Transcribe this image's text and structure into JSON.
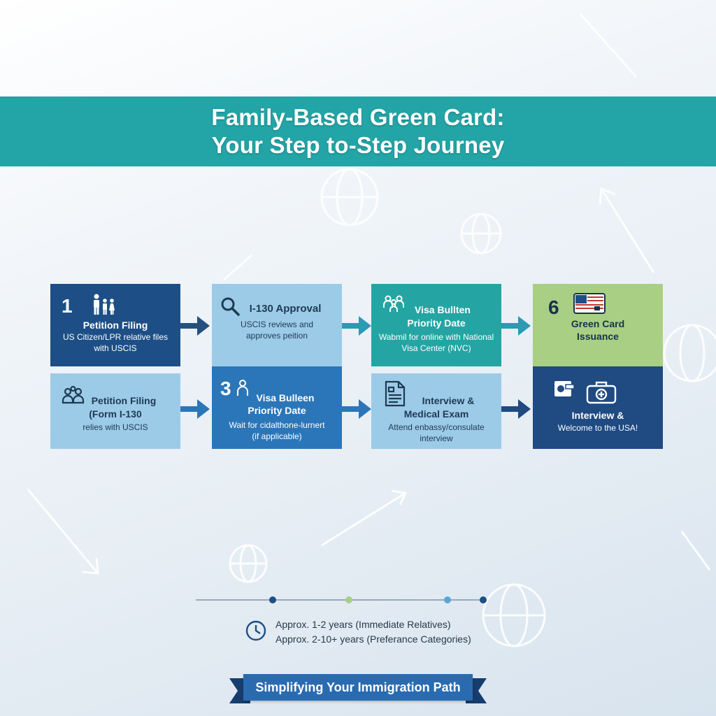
{
  "title": {
    "line1": "Family-Based Green Card:",
    "line2": "Your Step to-Step Journey"
  },
  "steps": [
    {
      "number": "1",
      "icon": "family-icon",
      "heading": "Petition Filing",
      "desc1": "US Citizen/LPR relative files",
      "desc2": "with USCIS"
    },
    {
      "number": "",
      "icon": "magnifier-icon",
      "heading": "I-130 Approval",
      "desc1": "USCIS reviews and",
      "desc2": "approves peition"
    },
    {
      "number": "",
      "icon": "people-group-icon",
      "heading1": "Visa Bullten",
      "heading2": "Priority Date",
      "desc1": "Wabmil for online with National",
      "desc2": "Visa Center (NVC)"
    },
    {
      "number": "6",
      "icon": "green-card-icon",
      "heading1": "Green Card",
      "heading2": "Issuance"
    },
    {
      "number": "",
      "icon": "people-icon",
      "heading1": "Petition Filing",
      "heading2": "(Form I-130",
      "desc1": "relies with USCIS"
    },
    {
      "number": "3",
      "icon": "person-icon",
      "heading1": "Visa Bulleen",
      "heading2": "Priority Date",
      "desc1": "Wait for cidalthone-lurnert",
      "desc2": "(if applicable)"
    },
    {
      "number": "",
      "icon": "document-icon",
      "heading1": "Interview &",
      "heading2": "Medical Exam",
      "desc1": "Attend enbassy/consulate",
      "desc2": "interview"
    },
    {
      "number": "",
      "icon": "medical-kit-icon",
      "heading": "Interview &",
      "desc1": "Welcome to the USA!"
    }
  ],
  "duration": {
    "line1": "Approx. 1-2 years (Immediate Relatives)",
    "line2": "Approx. 2-10+ years (Preferance Categories)"
  },
  "ribbon": {
    "label": "Simplifying Your Immigration Path"
  },
  "colors": {
    "title_band": "#23a4a6",
    "dark_navy": "#1d4f86",
    "light_blue": "#9ccbe8",
    "teal": "#24a5a3",
    "green": "#a8cf84",
    "mid_blue": "#2b76b8",
    "arrow": "#24507f"
  }
}
